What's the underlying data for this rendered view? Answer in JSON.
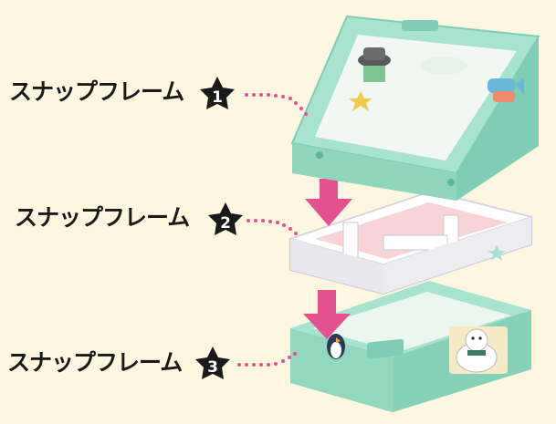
{
  "labels": [
    {
      "text": "スナップフレーム",
      "number": "1"
    },
    {
      "text": "スナップフレーム",
      "number": "2"
    },
    {
      "text": "スナップフレーム",
      "number": "3"
    }
  ],
  "colors": {
    "background": "#fdf7e1",
    "mint_frame": "#a8e3cf",
    "mint_dark": "#7fcdb4",
    "white_frame": "#f4f4f6",
    "white_shadow": "#c9c9d2",
    "arrow": "#e5508f",
    "dots": "#e5508f",
    "badge": "#1a1a1a"
  },
  "icons": [
    "star-badge-icon",
    "down-arrow-icon",
    "penguin-sticker-icon",
    "cat-sticker-icon",
    "fish-sticker-icon",
    "hat-sticker-icon",
    "polar-bear-sticker-icon"
  ]
}
